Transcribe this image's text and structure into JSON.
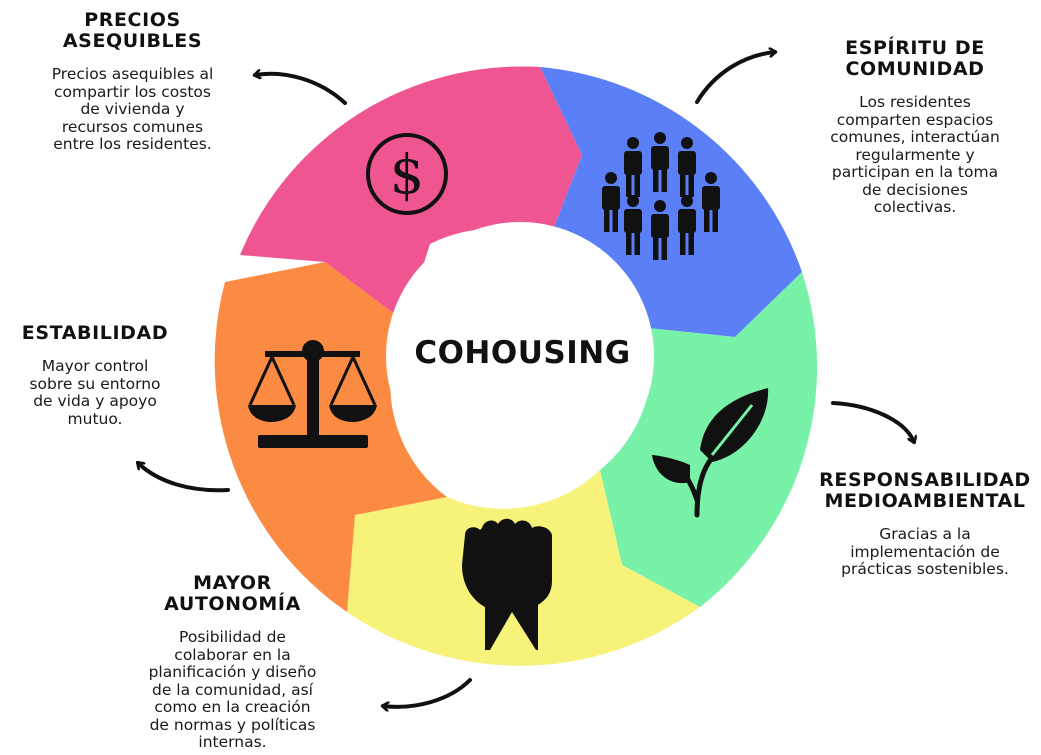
{
  "center": {
    "label": "COHOUSING"
  },
  "segments": [
    {
      "id": "precios",
      "color": "#ef5691",
      "icon": "dollar-icon",
      "title": "PRECIOS\nASEQUIBLES",
      "description": "Precios asequibles al\ncompartir los costos\nde vivienda y\nrecursos comunes\nentre los residentes."
    },
    {
      "id": "espiritu",
      "color": "#5b7ff6",
      "icon": "community-people-icon",
      "title": "ESPÍRITU DE\nCOMUNIDAD",
      "description": "Los residentes\ncomparten espacios\ncomunes, interactúan\nregularmente y\nparticipan en la toma\nde decisiones\ncolectivas."
    },
    {
      "id": "responsabilidad",
      "color": "#78f2a8",
      "icon": "leaf-sprout-icon",
      "title": "RESPONSABILIDAD\nMEDIOAMBIENTAL",
      "description": "Gracias a la\nimplementación de\nprácticas sostenibles."
    },
    {
      "id": "autonomia",
      "color": "#f7f27a",
      "icon": "raised-fist-icon",
      "title": "MAYOR\nAUTONOMÍA",
      "description": "Posibilidad de\ncolaborar en la\nplanificación y diseño\nde la comunidad, así\ncomo en la creación\nde normas y políticas\ninternas."
    },
    {
      "id": "estabilidad",
      "color": "#fb8a42",
      "icon": "balance-scale-icon",
      "title": "ESTABILIDAD",
      "description": "Mayor control\nsobre su entorno\nde vida y apoyo\nmutuo."
    }
  ]
}
